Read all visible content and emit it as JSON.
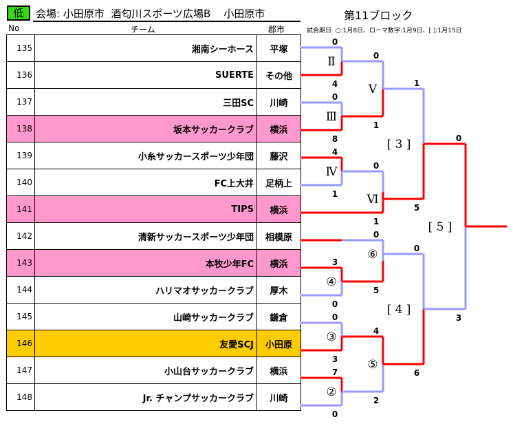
{
  "header": {
    "level": "低",
    "venue": "会場: 小田原市  酒匂川スポーツ広場B    小田原市",
    "block": "第11ブロック",
    "col_no": "No",
    "col_team": "チーム",
    "col_city": "郡市",
    "note": "試合期日  ○:1月8日、ローマ数字:1月9日、[ ]:1月15日"
  },
  "teams": [
    {
      "no": "135",
      "team": "湘南シーホース",
      "city": "平塚",
      "hl": ""
    },
    {
      "no": "136",
      "team": "SUERTE",
      "city": "その他",
      "hl": ""
    },
    {
      "no": "137",
      "team": "三田SC",
      "city": "川崎",
      "hl": ""
    },
    {
      "no": "138",
      "team": "坂本サッカークラブ",
      "city": "横浜",
      "hl": "pink"
    },
    {
      "no": "139",
      "team": "小糸サッカースポーツ少年団",
      "city": "藤沢",
      "hl": ""
    },
    {
      "no": "140",
      "team": "FC上大井",
      "city": "足柄上",
      "hl": ""
    },
    {
      "no": "141",
      "team": "TIPS",
      "city": "横浜",
      "hl": "pink"
    },
    {
      "no": "142",
      "team": "清新サッカースポーツ少年団",
      "city": "相模原",
      "hl": ""
    },
    {
      "no": "143",
      "team": "本牧少年FC",
      "city": "横浜",
      "hl": "pink"
    },
    {
      "no": "144",
      "team": "ハリマオサッカークラブ",
      "city": "厚木",
      "hl": ""
    },
    {
      "no": "145",
      "team": "山崎サッカークラブ",
      "city": "鎌倉",
      "hl": ""
    },
    {
      "no": "146",
      "team": "友愛SCJ",
      "city": "小田原",
      "hl": "gold"
    },
    {
      "no": "147",
      "team": "小山台サッカークラブ",
      "city": "横浜",
      "hl": ""
    },
    {
      "no": "148",
      "team": "Jr. チャンプサッカークラブ",
      "city": "川崎",
      "hl": ""
    }
  ],
  "matches": [
    {
      "label": "Ⅱ",
      "top": "0",
      "bottom": "4"
    },
    {
      "label": "Ⅲ",
      "top": "0",
      "bottom": "8"
    },
    {
      "label": "Ⅳ",
      "top": "4",
      "bottom": "1"
    },
    {
      "label": "Ⅴ",
      "top": "0",
      "bottom": "1"
    },
    {
      "label": "Ⅵ",
      "top": "0",
      "bottom": "1"
    },
    {
      "label": "[ 3 ]",
      "top": "1",
      "bottom": "5"
    },
    {
      "label": "⑥",
      "top": "0",
      "bottom": "5"
    },
    {
      "label": "④",
      "top": "3",
      "bottom": "0"
    },
    {
      "label": "③",
      "top": "0",
      "bottom": "3"
    },
    {
      "label": "②",
      "top": "7",
      "bottom": "0"
    },
    {
      "label": "⑤",
      "top": "4",
      "bottom": "2"
    },
    {
      "label": "[ 4 ]",
      "top": "0",
      "bottom": "6"
    },
    {
      "label": "[ 5 ]",
      "top": "0",
      "bottom": "3"
    }
  ],
  "colors": {
    "win": "#FF0000",
    "lose": "#9999FF",
    "pink": "#FF99CC",
    "gold": "#FFCC00",
    "level": "#33DD11"
  }
}
